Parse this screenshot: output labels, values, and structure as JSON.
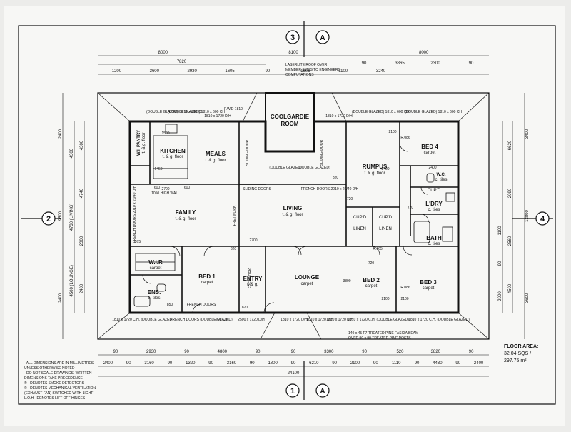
{
  "grid_markers": {
    "top": {
      "number": "3",
      "letter": "A"
    },
    "bottom": {
      "number": "1",
      "letter": "A"
    },
    "left": {
      "number": "2"
    },
    "right": {
      "number": "4"
    }
  },
  "roof_note": [
    "LASERLITE ROOF OVER",
    "MEMBER SIZES TO ENGINEERS",
    "COMPUTATIONS"
  ],
  "rooms": {
    "kitchen": {
      "name": "KITCHEN",
      "finish": "t. & g. floor"
    },
    "meals": {
      "name": "MEALS",
      "finish": "t. & g. floor"
    },
    "pantry": {
      "name": "W.I. PANTRY",
      "finish": "t. & g. floor"
    },
    "coolgardie": {
      "name": "COOLGARDIE",
      "name2": "ROOM"
    },
    "rumpus": {
      "name": "RUMPUS",
      "finish": "t. & g. floor"
    },
    "bed4": {
      "name": "BED 4",
      "finish": "carpet"
    },
    "family": {
      "name": "FAMILY",
      "finish": "t. & g. floor"
    },
    "living": {
      "name": "LIVING",
      "finish": "t. & g. floor"
    },
    "ldry": {
      "name": "L'DRY",
      "finish": "c. tiles"
    },
    "bath": {
      "name": "BATH",
      "finish": "c. tiles"
    },
    "wc": {
      "name": "W.C.",
      "finish": "c. tiles"
    },
    "wir": {
      "name": "W.I.R",
      "finish": "carpet"
    },
    "ens": {
      "name": "ENS.",
      "finish": "c. tiles"
    },
    "bed1": {
      "name": "BED 1",
      "finish": "carpet"
    },
    "entry": {
      "name": "ENTRY",
      "finish": "t. & g."
    },
    "lounge": {
      "name": "LOUNGE",
      "finish": "carpet"
    },
    "bed2": {
      "name": "BED 2",
      "finish": "carpet"
    },
    "bed3": {
      "name": "BED 3",
      "finish": "carpet"
    },
    "linen1": {
      "name": "LINEN"
    },
    "linen2": {
      "name": "LINEN"
    },
    "cupd1": {
      "name": "CUP'D"
    },
    "cupd2": {
      "name": "CUP'D"
    },
    "cupd3": {
      "name": "CUP'D"
    }
  },
  "dims": {
    "top_row1": [
      "8000",
      "8100",
      "8000"
    ],
    "top_row2": [
      "7820"
    ],
    "top_row3": [
      "1200",
      "3600",
      "2930",
      "1605",
      "90",
      "1605",
      "1100",
      "3240"
    ],
    "top_row3b": [
      "90",
      "3865",
      "2300",
      "90"
    ],
    "bottom_row1": [
      "90",
      "2930",
      "90",
      "4800",
      "90",
      "90",
      "3300",
      "90",
      "520",
      "3820",
      "90"
    ],
    "bottom_row2": [
      "2400",
      "90",
      "3160",
      "90",
      "1320",
      "90",
      "3160",
      "90",
      "1800",
      "90",
      "6210",
      "90",
      "2100",
      "90",
      "1110",
      "90",
      "4430",
      "90",
      "2400"
    ],
    "bottom_total": "24100",
    "left_outer": [
      "2400",
      "9500",
      "2400"
    ],
    "left_inner": [
      "4300",
      "4730 (LIVING)",
      "4500 (LOUNGE)"
    ],
    "left_inner2": [
      "4300",
      "4740",
      "2000",
      "2400"
    ],
    "right_outer": [
      "3400",
      "13800",
      "3600"
    ],
    "right_inner": [
      "6620",
      "2090",
      "2560",
      "4500"
    ],
    "right_inner2": [
      "1100",
      "90",
      "2000"
    ]
  },
  "interior_dims": [
    "1500",
    "2700",
    "2700",
    "2400",
    "2100",
    "3890",
    "2100",
    "2100",
    "2400",
    "1450",
    "600",
    "600",
    "975",
    "850",
    "R.065",
    "R.086",
    "R.086"
  ],
  "window_labels": {
    "top": [
      "(DOUBLE GLAZED) 1810 x 600 CH",
      "(DOUBLE GLAZED) 1810 x 600 CH",
      "1810 x 1720 D/H",
      "F.W.D 1810",
      "1810 x 1720 D/H",
      "(DOUBLE GLAZED) 1810 x 600 CH",
      "(DOUBLE GLAZED) 1810 x 600 CH"
    ],
    "bottom": [
      "1810 x 1720 C.H. (DOUBLE GLAZED)",
      "FRENCH DOORS (DOUBLE GLAZED)",
      "700 C.H.",
      "2500 x 1720 D/H",
      "1810 x 1720 D/H",
      "1810 x 1720 D/H",
      "1810 x 1720 D/H",
      "1810 x 1720 C.H. (DOUBLE GLAZED)",
      "1810 x 1720 C.H. (DOUBLE GLAZED)"
    ],
    "inner": [
      "FRENCH DOORS 2010 x 20/40 D/H",
      "FRENCH DOORS 2010 x 20/40 D/H",
      "SLIDING DOOR",
      "SLIDING DOOR",
      "(DOUBLE GLAZED)",
      "(DOUBLE GLAZED)",
      "FRETWORK",
      "FRETWORK",
      "FRENCH DOORS",
      "SLIDING DOORS",
      "1050 HIGH WALL",
      "820",
      "820",
      "720",
      "720",
      "720",
      "820"
    ]
  },
  "beam_note": [
    "140 x 45 F7 TREATED PINE FASCIA BEAM",
    "OVER 90 x 90 TREATED PINE POSTS"
  ],
  "floor_area": {
    "label": "FLOOR AREA:",
    "squares": "32.04 SQS /",
    "m2": "297.75 m²"
  },
  "notes": [
    "- ALL DIMENSIONS ARE IN MILLIMETRES",
    "UNLESS OTHERWISE NOTED",
    "- DO NOT SCALE DRAWINGS, WRITTEN",
    "DIMENSIONS TAKE PRECEDENCE",
    "® - DENOTES SMOKE DETECTORS",
    "© - DENOTES MECHANICAL VENTILATION",
    "(EXHAUST FAN) SWITCHED WITH LIGHT",
    "L.O.H - DENOTES LIFT OFF HINGES"
  ],
  "colors": {
    "ink": "#111111",
    "paper": "#f7f7f5",
    "background": "#ececea"
  }
}
